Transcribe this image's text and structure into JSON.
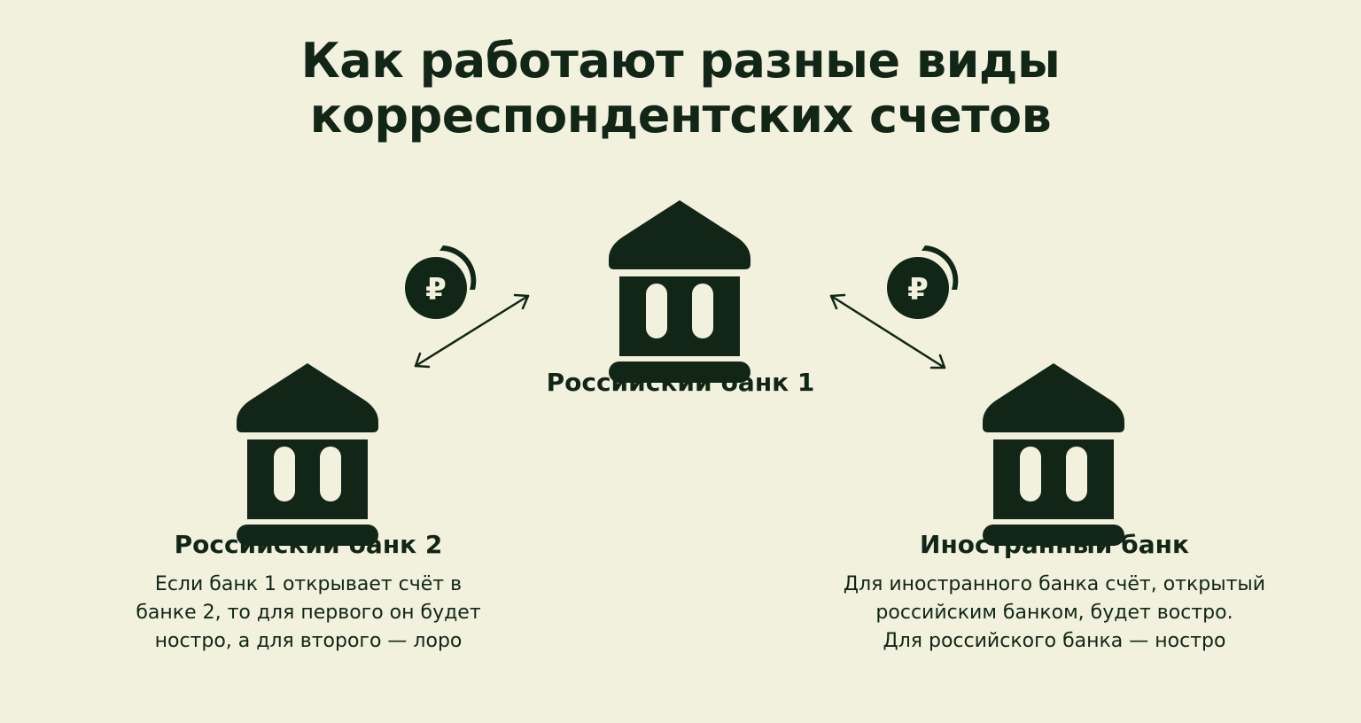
{
  "title": {
    "line1": "Как работают разные виды",
    "line2": "корреспондентских счетов"
  },
  "colors": {
    "background": "#f2f1de",
    "ink": "#112617"
  },
  "banks": {
    "bank1": {
      "label": "Российский банк 1",
      "icon": "bank-building-icon"
    },
    "bank2": {
      "label": "Российский банк 2",
      "icon": "bank-building-icon",
      "description": [
        "Если банк 1 открывает счёт в",
        "банке 2, то для первого он будет",
        "ностро, а для второго — лоро"
      ]
    },
    "foreign": {
      "label": "Иностранный банк",
      "icon": "bank-building-icon",
      "description": [
        "Для иностранного банка счёт, открытый",
        "российским банком, будет востро.",
        "Для российского банка — ностро"
      ]
    }
  },
  "coin": {
    "symbol": "₽",
    "icon": "ruble-coin-icon"
  },
  "arrows": {
    "icon": "double-arrow-icon"
  }
}
